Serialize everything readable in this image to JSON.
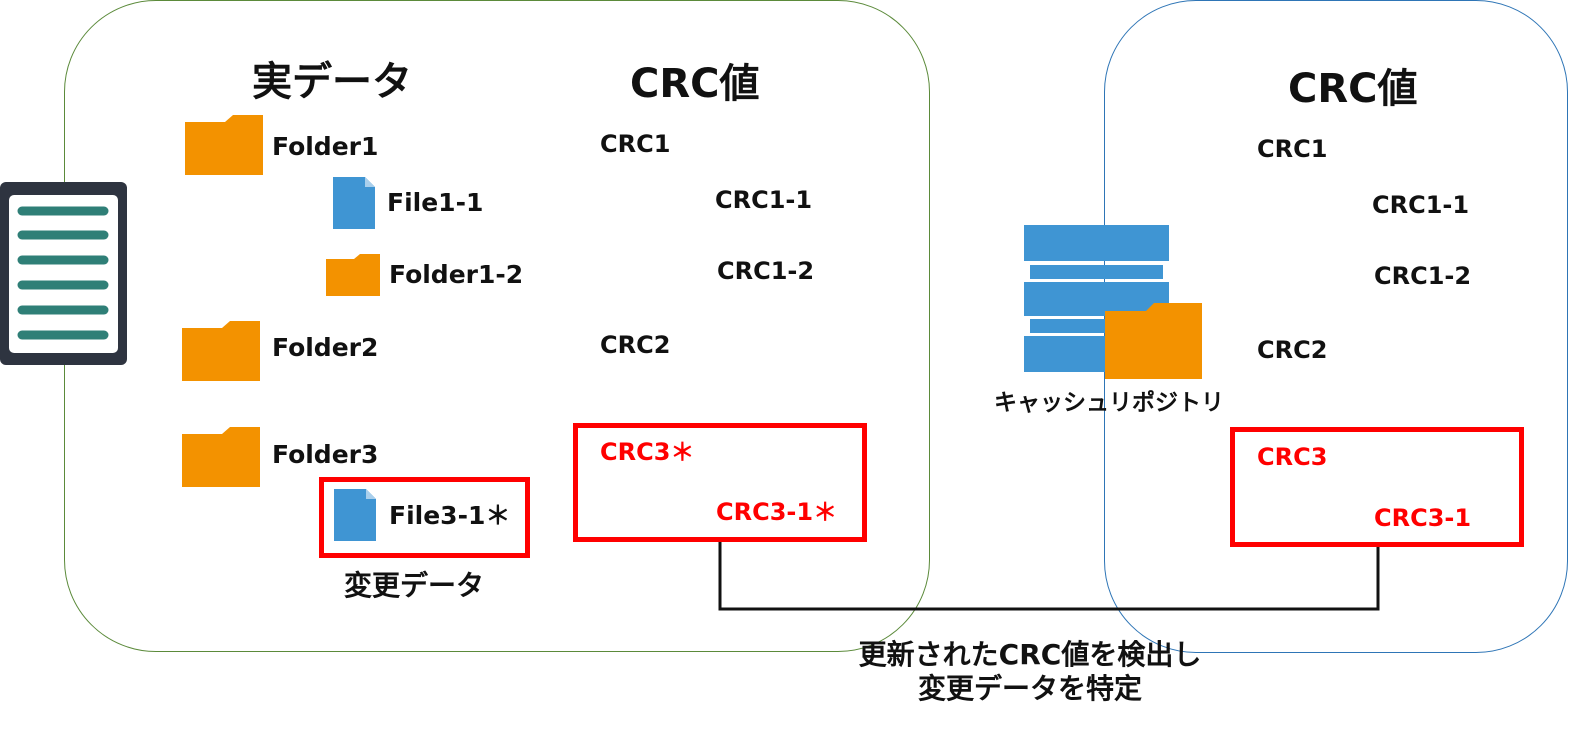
{
  "left_panel": {
    "actual_header": "実データ",
    "crc_header": "CRC値",
    "items": {
      "folder1": "Folder1",
      "file1_1": "File1-1",
      "folder1_2": "Folder1-2",
      "folder2": "Folder2",
      "folder3": "Folder3",
      "file3_1": "File3-1＊"
    },
    "crcs": {
      "crc1": "CRC1",
      "crc1_1": "CRC1-1",
      "crc1_2": "CRC1-2",
      "crc2": "CRC2",
      "crc3": "CRC3＊",
      "crc3_1": "CRC3-1＊"
    },
    "changed_label": "変更データ"
  },
  "right_panel": {
    "crc_header": "CRC値",
    "crcs": {
      "crc1": "CRC1",
      "crc1_1": "CRC1-1",
      "crc1_2": "CRC1-2",
      "crc2": "CRC2",
      "crc3": "CRC3",
      "crc3_1": "CRC3-1"
    }
  },
  "cache_label": "キャッシュリポジトリ",
  "bottom_caption": {
    "line1": "更新されたCRC値を検出し",
    "line2": "変更データを特定"
  },
  "colors": {
    "folder": "#f39200",
    "file": "#3f95d3",
    "server": "#3f95d3",
    "highlight": "#ff0000",
    "left_panel_border": "#5b8a3a",
    "right_panel_border": "#2e75b6",
    "device_frame": "#2e3440",
    "device_lines": "#2f7f77"
  },
  "icons": [
    "folder-icon",
    "file-icon",
    "database-server-icon",
    "document-device-icon"
  ]
}
